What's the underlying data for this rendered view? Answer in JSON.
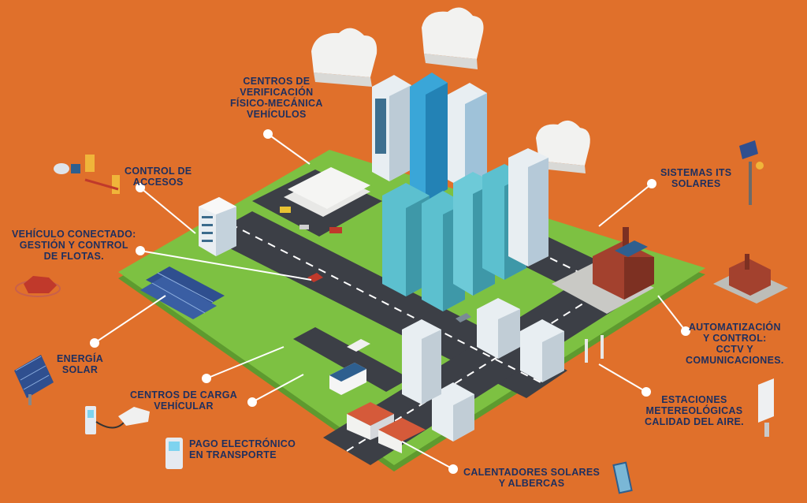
{
  "labels": {
    "verificacion": [
      "CENTROS DE",
      "VERIFICACIÓN",
      "FÍSICO-MECÁNICA",
      "VEHÍCULOS"
    ],
    "accesos": [
      "CONTROL DE",
      "ACCESOS"
    ],
    "vehiculo": [
      "VEHÍCULO CONECTADO:",
      "GESTIÓN Y CONTROL",
      "DE FLOTAS."
    ],
    "energia": [
      "ENERGÍA",
      "SOLAR"
    ],
    "carga": [
      "CENTROS DE CARGA",
      "VEHÍCULAR"
    ],
    "pago": [
      "PAGO ELECTRÓNICO",
      "EN TRANSPORTE"
    ],
    "calentadores": [
      "CALENTADORES SOLARES",
      "Y ALBERCAS"
    ],
    "its": [
      "SISTEMAS ITS",
      "SOLARES"
    ],
    "automatizacion": [
      "AUTOMATIZACIÓN",
      "Y CONTROL:",
      "CCTV Y",
      "COMUNICACIONES."
    ],
    "estaciones": [
      "ESTACIONES",
      "METEREOLÓGICAS",
      "CALIDAD DEL AIRE."
    ]
  },
  "colors": {
    "background": "#e0702b",
    "grass": "#7dc142",
    "road": "#3c3f46",
    "label_text": "#1e2f5f",
    "glass": "#4fb6c9",
    "brick": "#9a3b2c"
  },
  "icons": [
    "cloud-icon",
    "solar-panel-icon",
    "security-camera-icon",
    "car-icon",
    "charging-station-icon",
    "payment-terminal-icon",
    "solar-heater-icon",
    "weather-station-icon",
    "factory-icon",
    "gas-station-icon"
  ]
}
